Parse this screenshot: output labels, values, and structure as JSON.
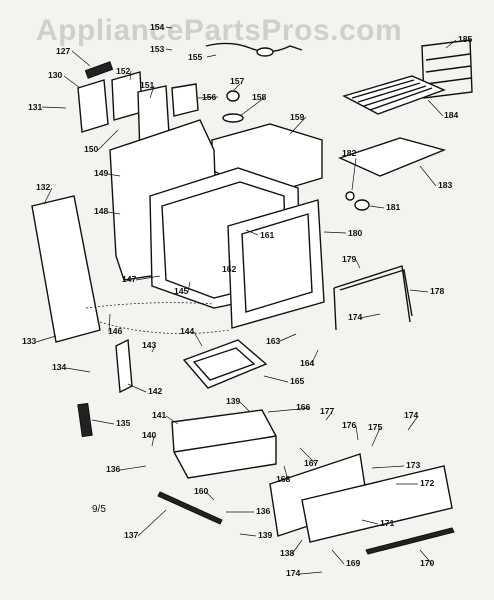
{
  "watermark": "AppliancePartsPros.com",
  "corner_note": "9/5",
  "callouts": [
    "154",
    "153",
    "155",
    "127",
    "130",
    "152",
    "151",
    "156",
    "157",
    "158",
    "159",
    "185",
    "184",
    "131",
    "150",
    "149",
    "132",
    "148",
    "182",
    "183",
    "181",
    "161",
    "162",
    "180",
    "147",
    "145",
    "146",
    "179",
    "178",
    "174",
    "163",
    "164",
    "133",
    "144",
    "143",
    "134",
    "142",
    "165",
    "139",
    "166",
    "177",
    "174",
    "135",
    "141",
    "176",
    "175",
    "140",
    "173",
    "136",
    "167",
    "168",
    "172",
    "160",
    "136",
    "137",
    "139",
    "171",
    "138",
    "169",
    "170",
    "174"
  ]
}
